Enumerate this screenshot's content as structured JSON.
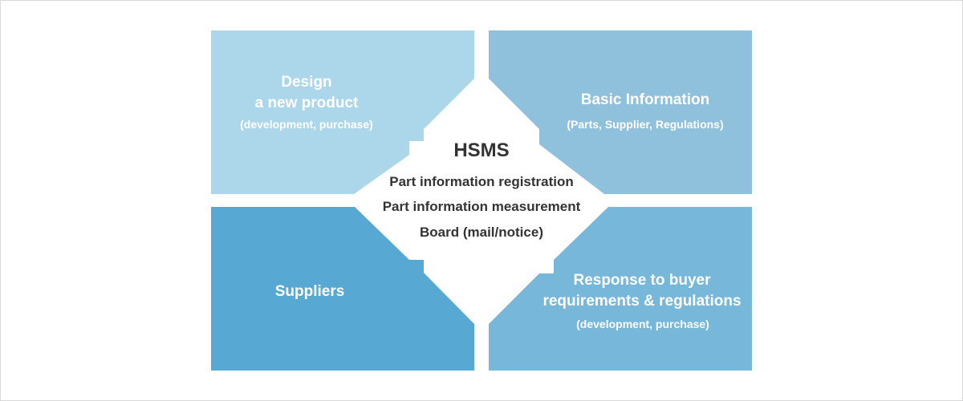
{
  "colors": {
    "design": "#acd6e9",
    "basic": "#8fc1dc",
    "suppliers": "#57a9d4",
    "response": "#77b7da",
    "center": "#ffffff",
    "center_text": "#333333",
    "quad_text": "#ffffff"
  },
  "quadrants": {
    "design": {
      "title_lines": [
        "Design",
        "a new product"
      ],
      "subtitle": "(development, purchase)"
    },
    "basic": {
      "title_lines": [
        "Basic Information"
      ],
      "subtitle": "(Parts, Supplier, Regulations)"
    },
    "suppliers": {
      "title_lines": [
        "Suppliers"
      ]
    },
    "response": {
      "title_lines": [
        "Response to buyer",
        "requirements & regulations"
      ],
      "subtitle": "(development, purchase)"
    }
  },
  "center": {
    "title": "HSMS",
    "items": [
      "Part information registration",
      "Part information measurement",
      "Board (mail/notice)"
    ]
  }
}
